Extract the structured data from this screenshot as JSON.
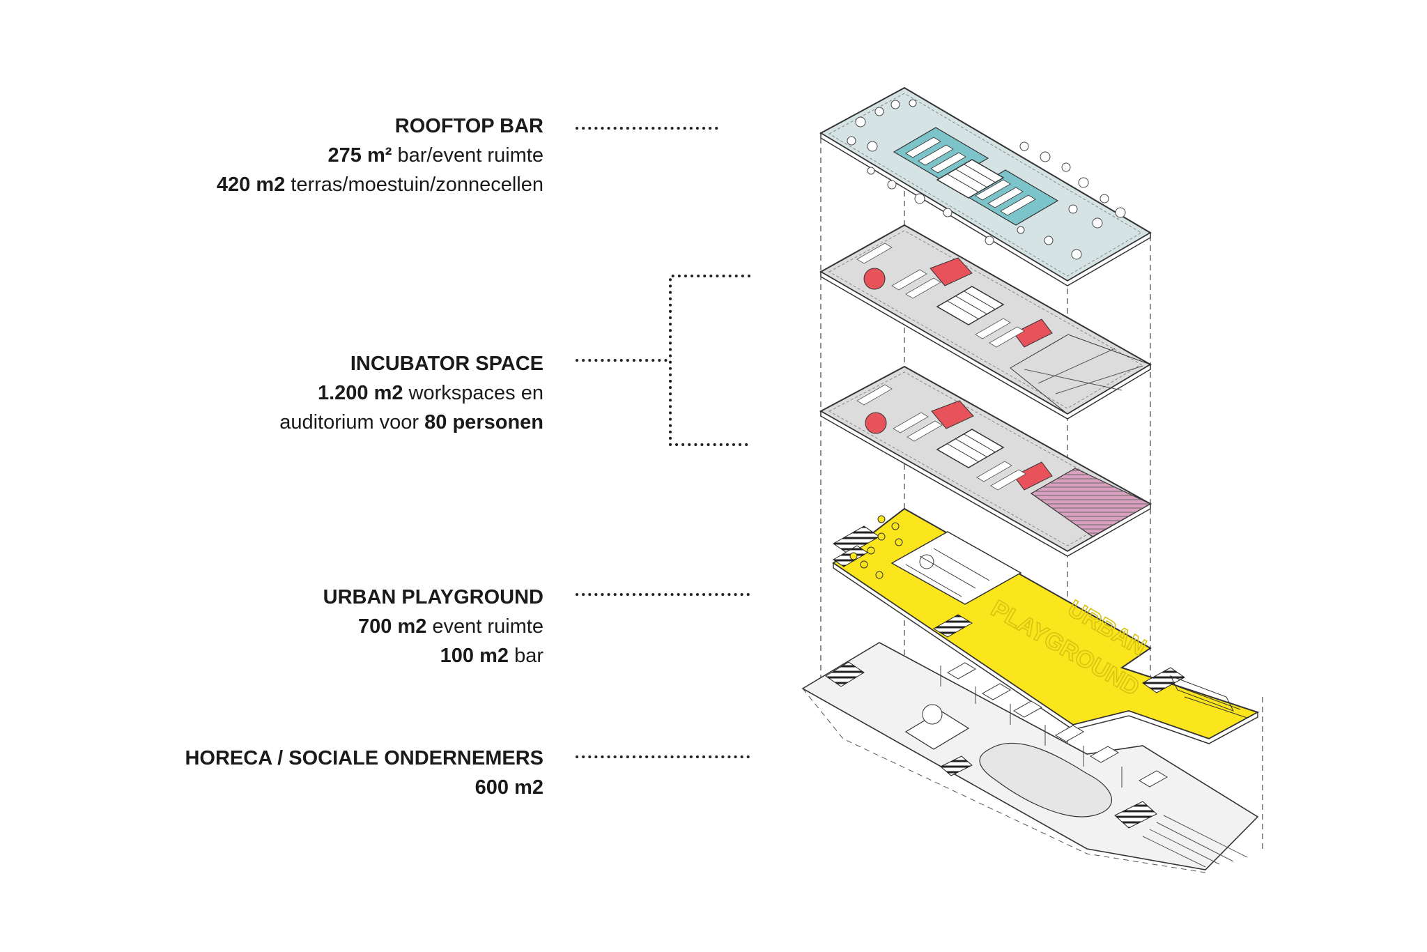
{
  "labels": {
    "rooftop": {
      "title": "ROOFTOP BAR",
      "line1_bold": "275 m²",
      "line1_text": " bar/event ruimte",
      "line2_bold": "420 m2",
      "line2_text": " terras/moestuin/zonnecellen"
    },
    "incubator": {
      "title": "INCUBATOR SPACE",
      "line1_bold": "1.200 m2",
      "line1_text": " workspaces en",
      "line2_text": "auditorium voor ",
      "line2_bold": "80 personen"
    },
    "playground": {
      "title": "URBAN PLAYGROUND",
      "line1_bold": "700 m2",
      "line1_text": " event ruimte",
      "line2_bold": "100 m2",
      "line2_text": " bar",
      "floor_text_1": "URBAN",
      "floor_text_2": "PLAYGROUND"
    },
    "horeca": {
      "title": "HORECA / SOCIALE ONDERNEMERS",
      "line1_bold": "600 m2"
    }
  },
  "colors": {
    "rooftop_floor": "#d6e3e4",
    "rooftop_bar": "#7cc4c9",
    "office_floor": "#dcdcdc",
    "accent_red": "#e8525a",
    "auditorium_pink": "#d9a0c0",
    "playground_yellow": "#fbe51c",
    "ground_floor": "#f2f2f2",
    "line": "#333333"
  }
}
